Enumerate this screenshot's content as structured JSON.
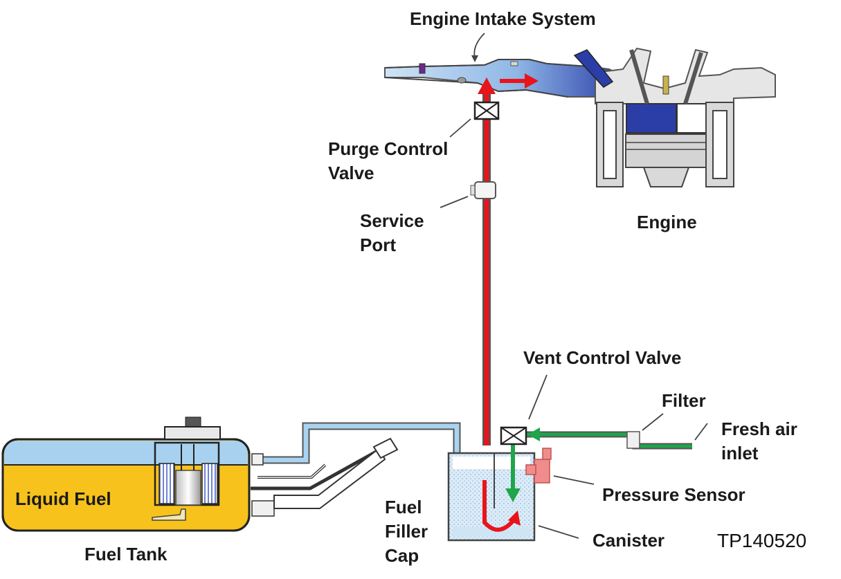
{
  "labels": {
    "engine_intake_system": "Engine Intake System",
    "purge_control_valve_1": "Purge Control",
    "purge_control_valve_2": "Valve",
    "service_port_1": "Service",
    "service_port_2": "Port",
    "engine": "Engine",
    "vent_control_valve": "Vent Control Valve",
    "filter": "Filter",
    "fresh_air_inlet_1": "Fresh air",
    "fresh_air_inlet_2": "inlet",
    "pressure_sensor": "Pressure Sensor",
    "canister": "Canister",
    "liquid_fuel": "Liquid Fuel",
    "fuel_tank": "Fuel Tank",
    "fuel_filler_cap_1": "Fuel",
    "fuel_filler_cap_2": "Filler",
    "fuel_filler_cap_3": "Cap",
    "figure_code": "TP140520"
  },
  "colors": {
    "purge_flow": "#e8141b",
    "fresh_air_flow": "#1fa54a",
    "vapor_line": "#a9d3f0",
    "liquid_fuel": "#f7c21b",
    "tank_vapor": "#a8d1f0",
    "engine_charge": "#2b3ea8",
    "pressure_sensor": "#f08c8c"
  }
}
